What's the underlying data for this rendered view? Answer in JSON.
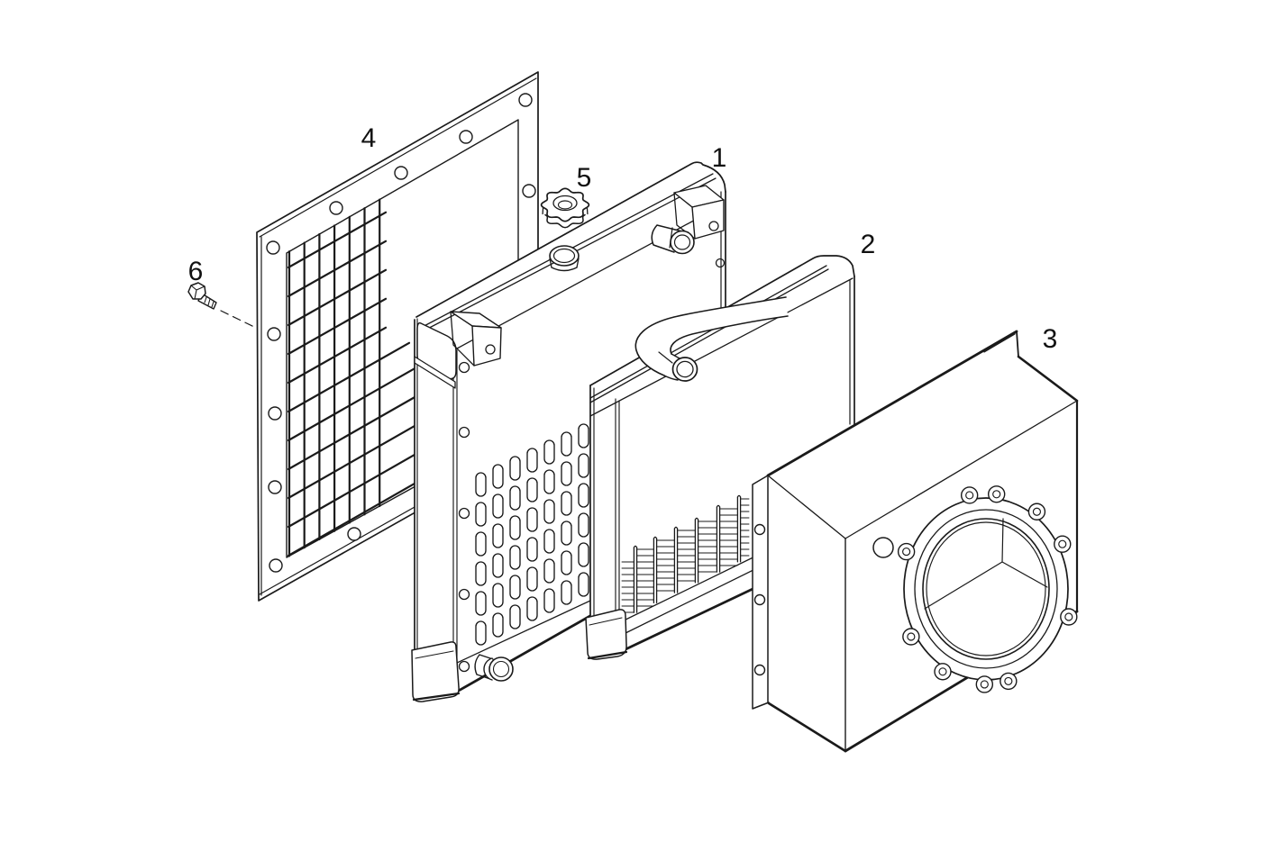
{
  "figure": {
    "type": "exploded-parts-diagram",
    "subject": "radiator and fan shroud assembly"
  },
  "labels": {
    "part1": "1",
    "part2": "2",
    "part3": "3",
    "part4": "4",
    "part5": "5",
    "part6": "6"
  },
  "colors": {
    "background": "#ffffff",
    "line_color": "#1a1a1a",
    "label_color": "#111111"
  }
}
